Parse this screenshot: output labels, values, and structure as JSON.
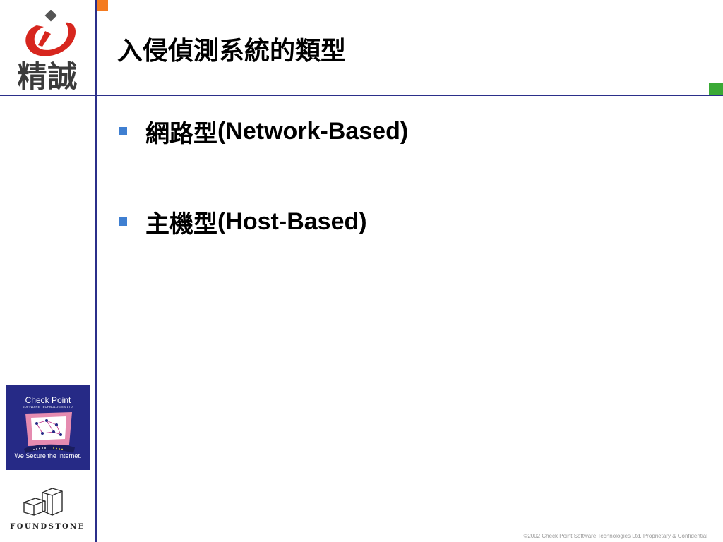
{
  "slide": {
    "title": "入侵偵測系統的類型",
    "bullets": [
      {
        "zh": "網路型",
        "en": "(Network-Based)"
      },
      {
        "zh": "主機型",
        "en": "(Host-Based)"
      }
    ],
    "footer": "©2002 Check Point Software Technologies Ltd. Proprietary & Confidential"
  },
  "logos": {
    "top_left": {
      "text": "精誠",
      "icon": "company-logo-icon"
    },
    "checkpoint": {
      "name": "Check Point",
      "subtitle": "SOFTWARE TECHNOLOGIES LTD.",
      "tagline": "We Secure the Internet.",
      "icon": "network-monitor-icon"
    },
    "foundstone": {
      "name": "FOUNDSTONE",
      "icon": "foundstone-blocks-icon"
    }
  },
  "colors": {
    "frame": "#2b2f8a",
    "accent_orange": "#f47b20",
    "accent_green": "#3aa935",
    "bullet": "#3f7fd1",
    "logo_red": "#d7261e",
    "checkpoint_bg": "#262a86"
  }
}
